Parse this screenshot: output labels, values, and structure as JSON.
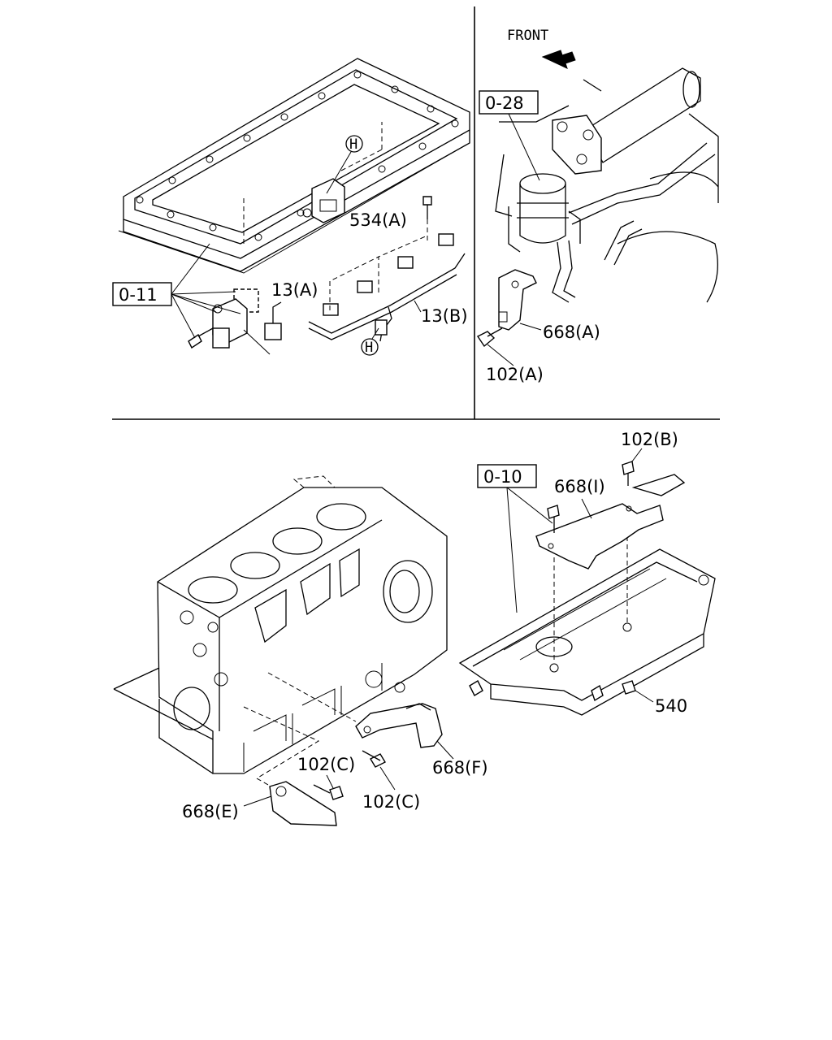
{
  "front_label": "FRONT",
  "refs": {
    "r011": "0-11",
    "r028": "0-28",
    "r010": "0-10"
  },
  "labels": {
    "l534a": "534(A)",
    "l13a": "13(A)",
    "l13b": "13(B)",
    "lh1": "H",
    "lh2": "H",
    "l668a": "668(A)",
    "l102a": "102(A)",
    "l102b": "102(B)",
    "l668i": "668(I)",
    "l540": "540",
    "l102c1": "102(C)",
    "l102c2": "102(C)",
    "l668f": "668(F)",
    "l668e": "668(E)"
  }
}
